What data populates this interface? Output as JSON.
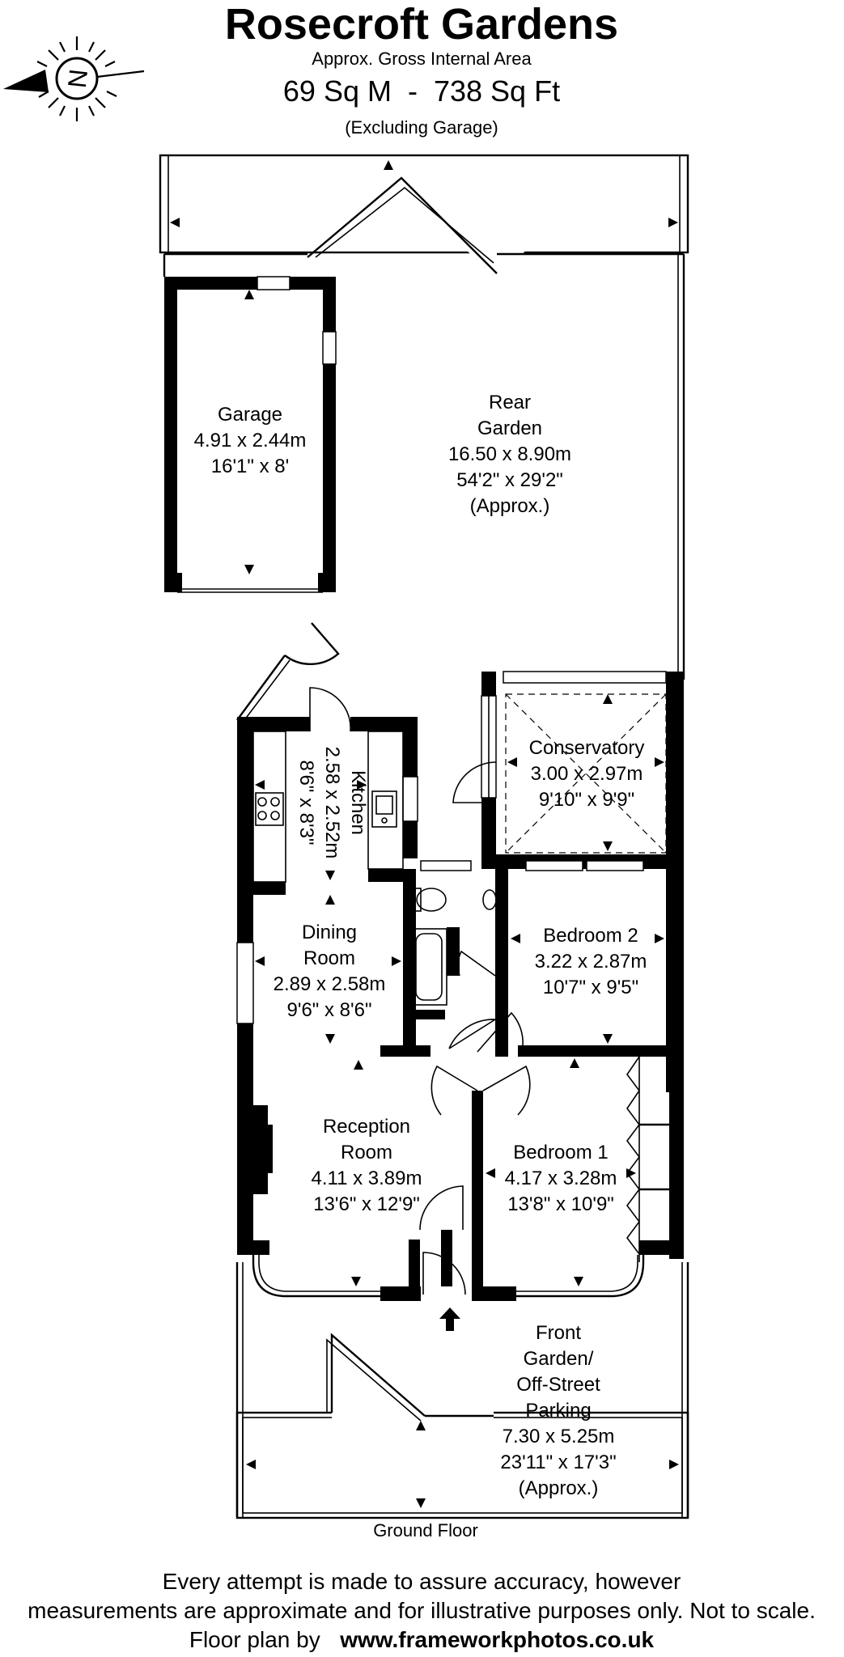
{
  "header": {
    "title": "Rosecroft Gardens",
    "subtitle": "Approx. Gross Internal Area",
    "area": "69 Sq M  -  738 Sq Ft",
    "note": "(Excluding Garage)"
  },
  "compass": {
    "icon": "north-arrow-icon",
    "letter": "N"
  },
  "rooms": {
    "garage": {
      "lines": [
        "Garage",
        "4.91 x 2.44m",
        "16'1\" x 8'"
      ]
    },
    "rear_garden": {
      "lines": [
        "Rear",
        "Garden",
        "16.50 x 8.90m",
        "54'2\" x 29'2\"",
        "(Approx.)"
      ]
    },
    "kitchen": {
      "lines": [
        "Kitchen",
        "2.58 x 2.52m",
        "8'6\" x 8'3\""
      ]
    },
    "conservatory": {
      "lines": [
        "Conservatory",
        "3.00 x 2.97m",
        "9'10\" x 9'9\""
      ]
    },
    "dining": {
      "lines": [
        "Dining",
        "Room",
        "2.89 x 2.58m",
        "9'6\" x 8'6\""
      ]
    },
    "bedroom2": {
      "lines": [
        "Bedroom 2",
        "3.22 x 2.87m",
        "10'7\" x 9'5\""
      ]
    },
    "reception": {
      "lines": [
        "Reception",
        "Room",
        "4.11 x 3.89m",
        "13'6\" x 12'9\""
      ]
    },
    "bedroom1": {
      "lines": [
        "Bedroom 1",
        "4.17 x 3.28m",
        "13'8\" x 10'9\""
      ]
    },
    "front_garden": {
      "lines": [
        "Front",
        "Garden/",
        "Off-Street",
        "Parking",
        "7.30 x 5.25m",
        "23'11\" x 17'3\"",
        "(Approx.)"
      ]
    }
  },
  "floor_label": "Ground Floor",
  "footer": {
    "line1": "Every attempt is made to assure accuracy, however",
    "line2": "measurements are approximate and for illustrative purposes only. Not to scale.",
    "credit_prefix": "Floor plan by",
    "credit_url": "www.frameworkphotos.co.uk"
  }
}
